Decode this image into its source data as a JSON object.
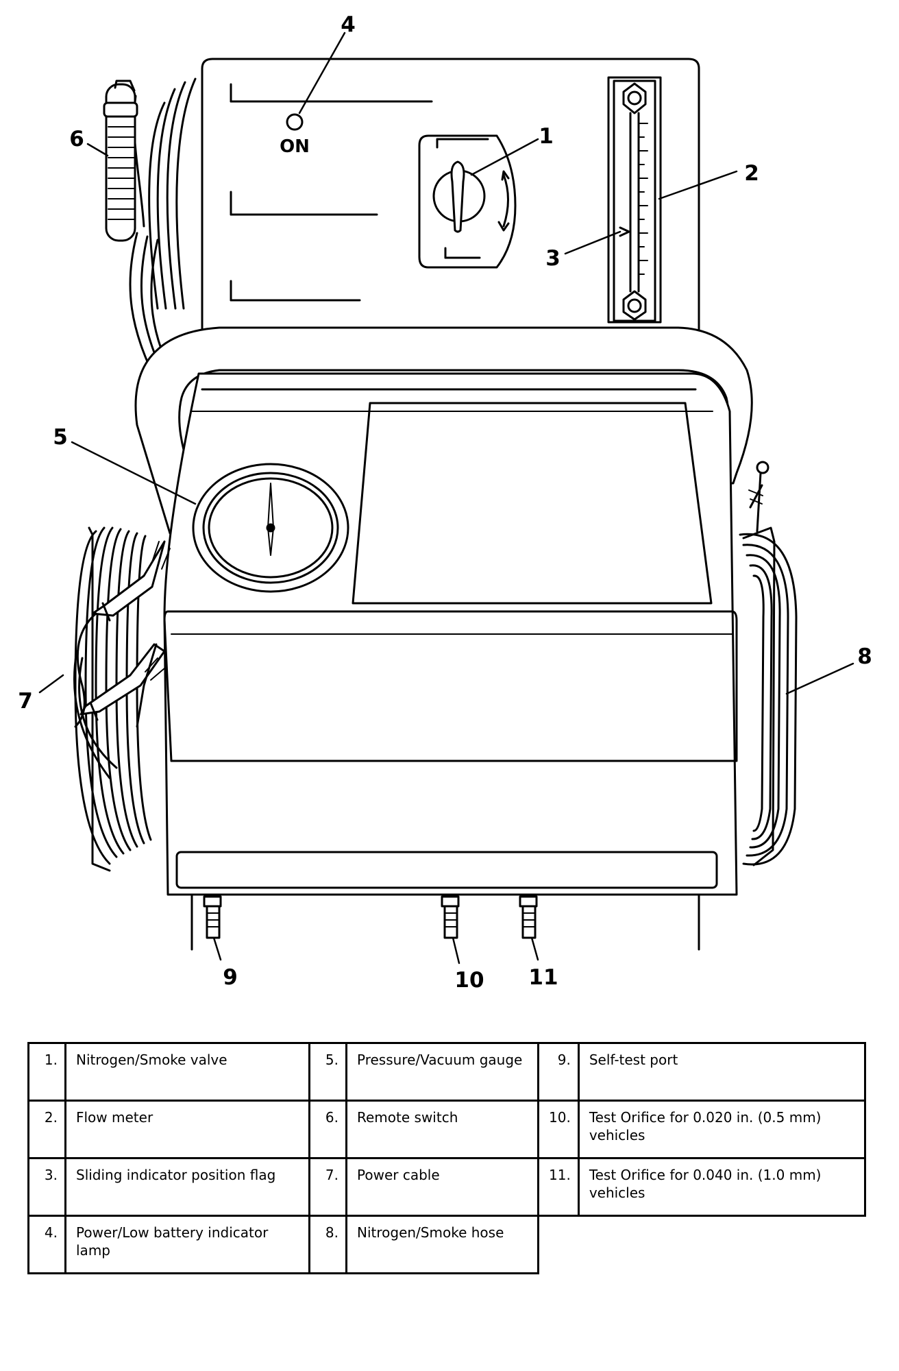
{
  "diagram": {
    "panel_on_label": "ON",
    "callouts": [
      {
        "n": "1",
        "id": "nitrogen-smoke-valve"
      },
      {
        "n": "2",
        "id": "flow-meter"
      },
      {
        "n": "3",
        "id": "sliding-indicator-flag"
      },
      {
        "n": "4",
        "id": "indicator-lamp"
      },
      {
        "n": "5",
        "id": "pressure-vacuum-gauge"
      },
      {
        "n": "6",
        "id": "remote-switch"
      },
      {
        "n": "7",
        "id": "power-cable"
      },
      {
        "n": "8",
        "id": "nitrogen-smoke-hose"
      },
      {
        "n": "9",
        "id": "self-test-port"
      },
      {
        "n": "10",
        "id": "test-orifice-020"
      },
      {
        "n": "11",
        "id": "test-orifice-040"
      }
    ]
  },
  "legend": {
    "rows": [
      [
        {
          "num": "1.",
          "label": "Nitrogen/Smoke valve"
        },
        {
          "num": "5.",
          "label": "Pressure/Vacuum gauge"
        },
        {
          "num": "9.",
          "label": "Self-test port"
        }
      ],
      [
        {
          "num": "2.",
          "label": "Flow meter"
        },
        {
          "num": "6.",
          "label": "Remote switch"
        },
        {
          "num": "10.",
          "label": "Test Orifice for 0.020 in. (0.5 mm) vehicles"
        }
      ],
      [
        {
          "num": "3.",
          "label": "Sliding indicator position flag"
        },
        {
          "num": "7.",
          "label": "Power cable"
        },
        {
          "num": "11.",
          "label": "Test Orifice for 0.040 in. (1.0 mm) vehicles"
        }
      ],
      [
        {
          "num": "4.",
          "label": "Power/Low battery indicator lamp"
        },
        {
          "num": "8.",
          "label": "Nitrogen/Smoke hose"
        }
      ]
    ]
  }
}
